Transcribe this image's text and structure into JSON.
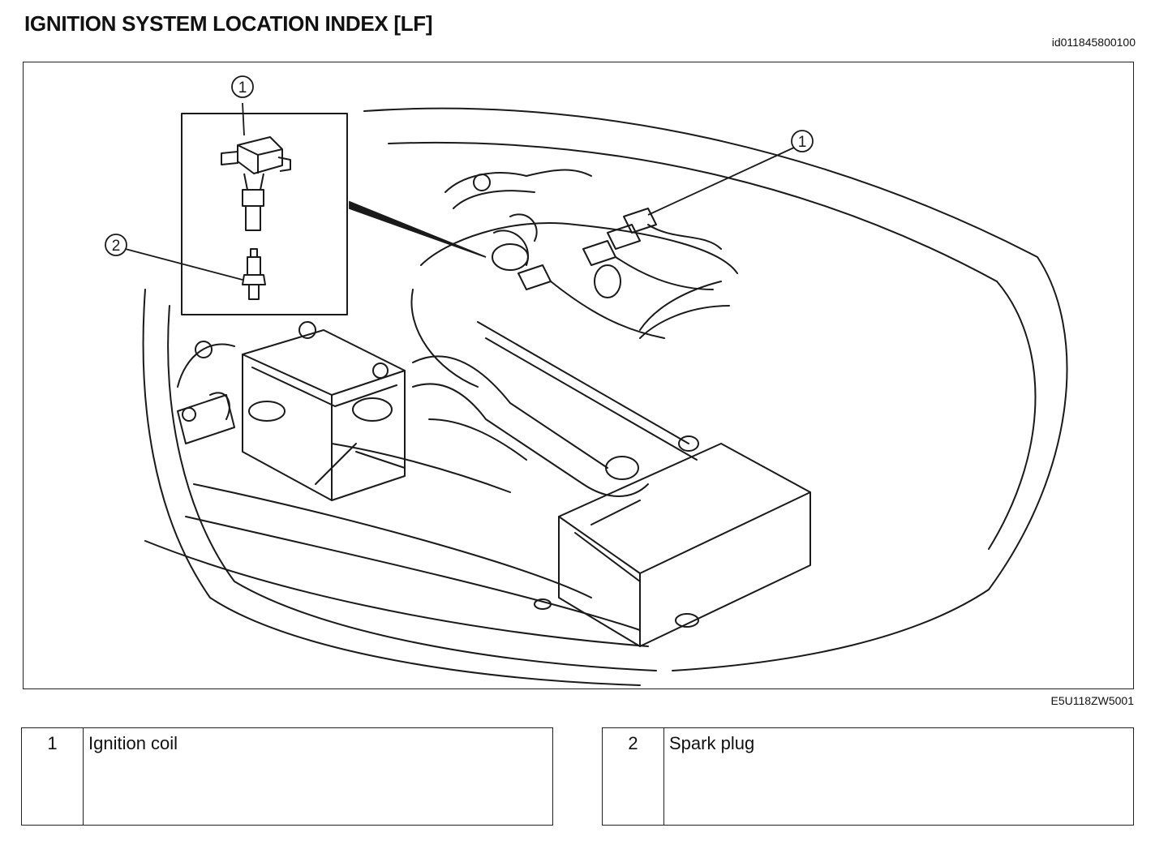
{
  "header": {
    "title": "IGNITION SYSTEM LOCATION INDEX [LF]",
    "doc_id": "id011845800100"
  },
  "figure": {
    "code": "E5U118ZW5001",
    "callouts": [
      {
        "number": "1"
      },
      {
        "number": "2"
      },
      {
        "number": "1"
      }
    ]
  },
  "legend": [
    {
      "number": "1",
      "label": "Ignition coil"
    },
    {
      "number": "2",
      "label": "Spark plug"
    }
  ]
}
